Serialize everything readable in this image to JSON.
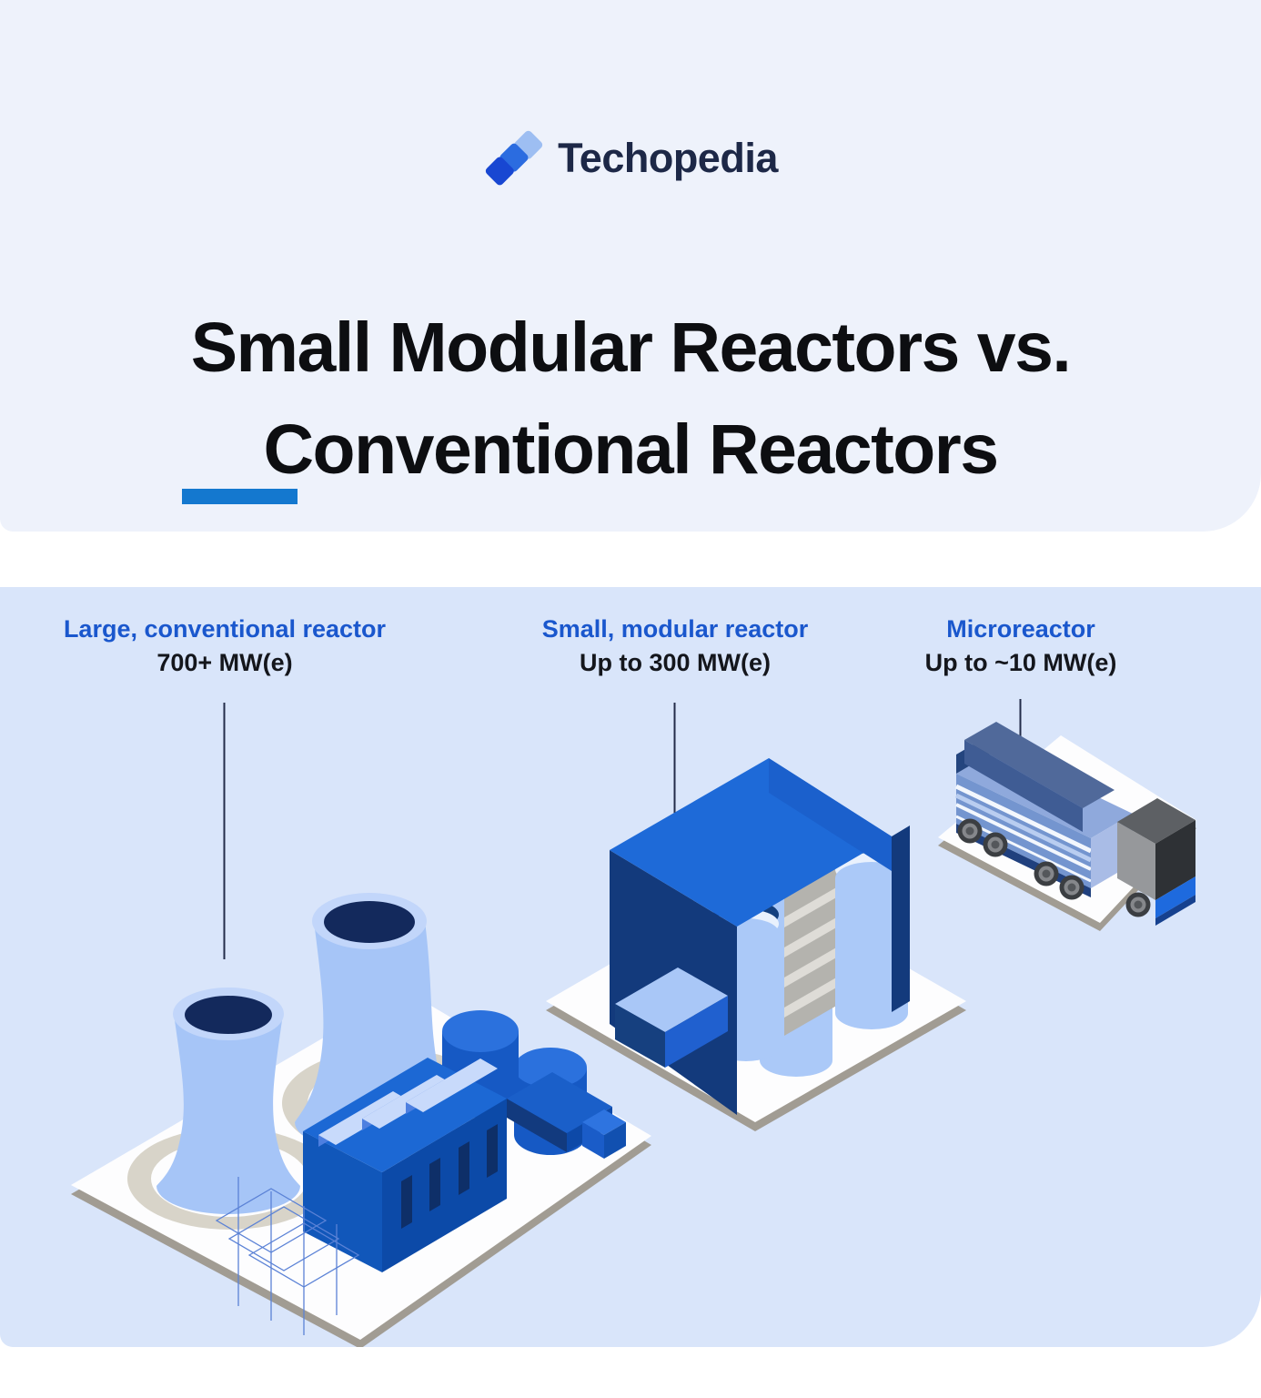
{
  "page": {
    "background_color": "#ffffff"
  },
  "header": {
    "background_color": "#eef2fb",
    "logo": {
      "brand": "Techopedia",
      "icon_colors": {
        "front": "#1847d2",
        "middle": "#2b6ce0",
        "back": "#9dbef2"
      },
      "text_color": "#1d2847"
    },
    "title_line1": "Small Modular Reactors vs.",
    "title_line2": "Conventional Reactors",
    "title_color": "#0d0e11",
    "accent_bar_color": "#1478cf"
  },
  "comparison": {
    "background_color": "#d9e5fa",
    "label_color": "#1a57cd",
    "value_color": "#14161c",
    "items": [
      {
        "label": "Large, conventional reactor",
        "capacity": "700+ MW(e)",
        "illustration": "large-conventional-reactor-plant"
      },
      {
        "label": "Small, modular reactor",
        "capacity": "Up to 300 MW(e)",
        "illustration": "small-modular-reactor-building"
      },
      {
        "label": "Microreactor",
        "capacity": "Up to ~10 MW(e)",
        "illustration": "microreactor-transport-truck"
      }
    ]
  }
}
